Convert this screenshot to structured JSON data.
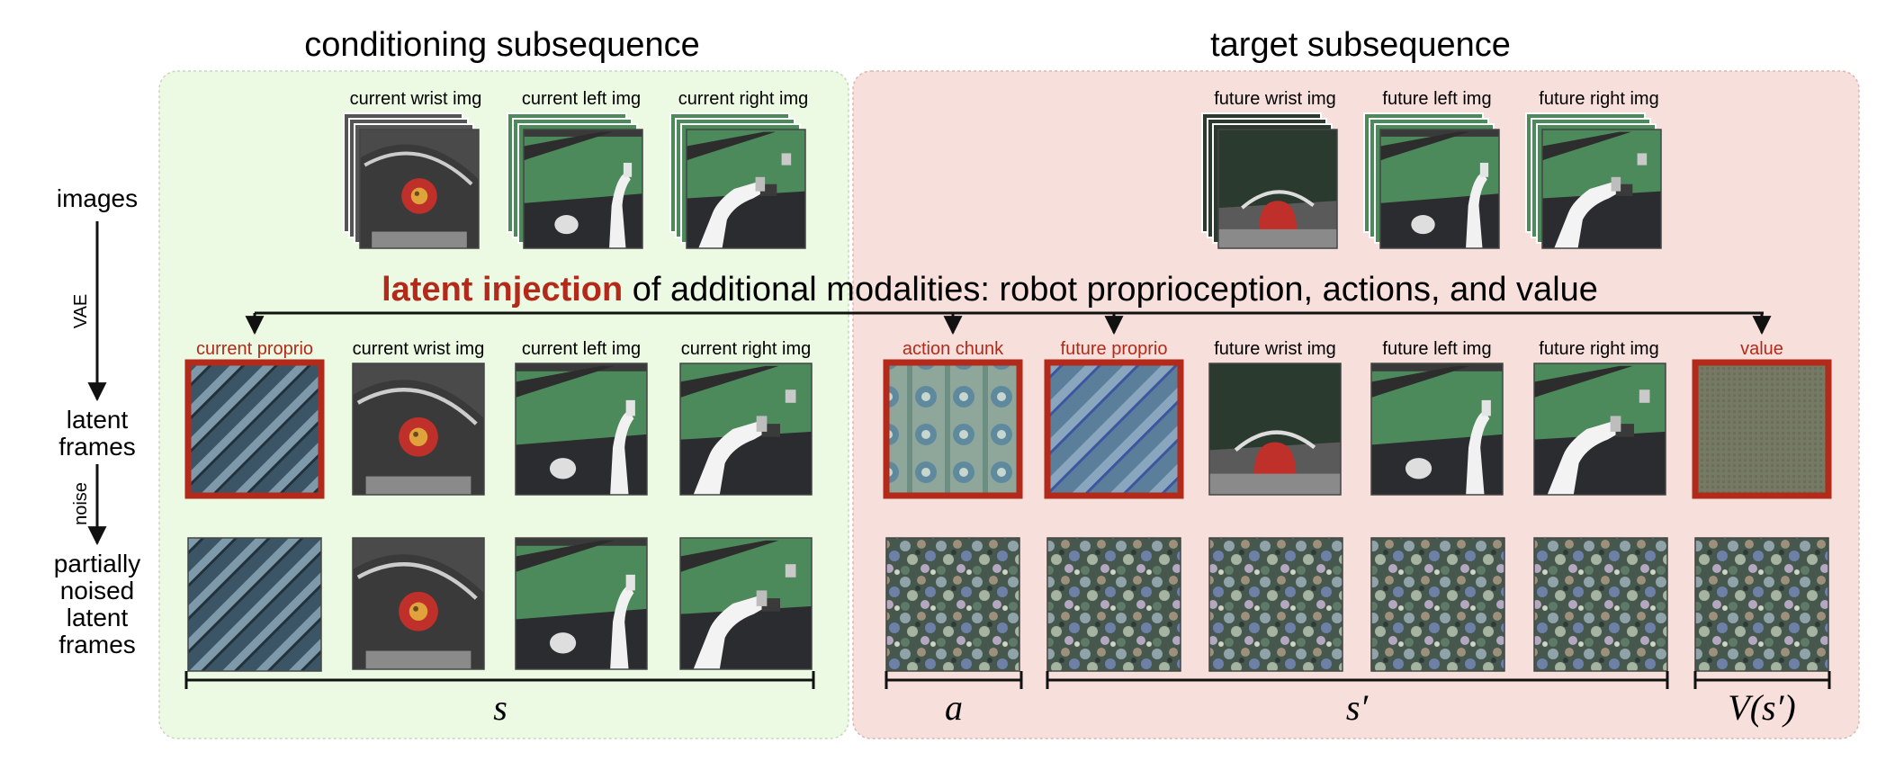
{
  "sections": {
    "conditioning_title": "conditioning subsequence",
    "target_title": "target subsequence"
  },
  "row_labels": {
    "images": "images",
    "latent": [
      "latent",
      "frames"
    ],
    "partial": [
      "partially",
      "noised",
      "latent",
      "frames"
    ]
  },
  "arrow_labels": {
    "vae": "VAE",
    "noise": "noise"
  },
  "injection": {
    "highlight": "latent injection",
    "rest": " of additional modalities: robot proprioception, actions, and value"
  },
  "image_row": {
    "current": [
      "current wrist img",
      "current left img",
      "current right img"
    ],
    "future": [
      "future wrist img",
      "future left img",
      "future right img"
    ]
  },
  "latent_row": [
    "current proprio",
    "current wrist img",
    "current left img",
    "current right img",
    "action chunk",
    "future proprio",
    "future wrist img",
    "future left img",
    "future right img",
    "value"
  ],
  "injected_labels": [
    "current proprio",
    "action chunk",
    "future proprio",
    "value"
  ],
  "brackets": {
    "s": "s",
    "a": "a",
    "s_prime": "s′",
    "v": "V(s′)"
  },
  "colors": {
    "conditioning_bg": "#ecfae3",
    "target_bg": "#f7dfdb",
    "injection_red": "#b32a1a",
    "frame_red": "#b32a1a"
  }
}
